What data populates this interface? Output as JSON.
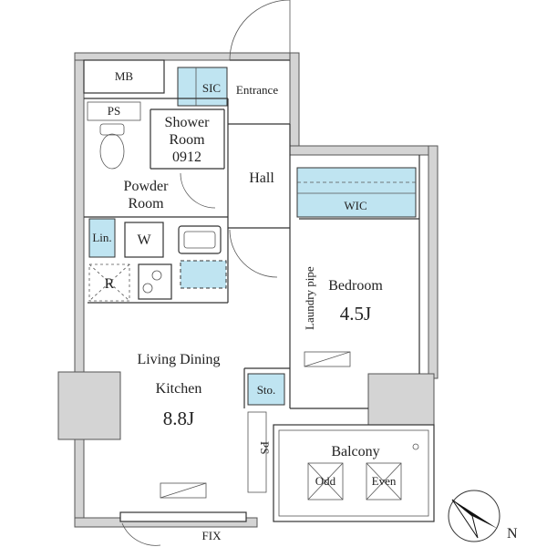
{
  "rooms": {
    "mb": "MB",
    "ps_top": "PS",
    "sic": "SIC",
    "entrance": "Entrance",
    "shower_line1": "Shower",
    "shower_line2": "Room",
    "shower_line3": "0912",
    "hall": "Hall",
    "powder_line1": "Powder",
    "powder_line2": "Room",
    "wic": "WIC",
    "lin": "Lin.",
    "washer": "W",
    "fridge": "R",
    "bedroom": "Bedroom",
    "bedroom_size": "4.5J",
    "laundry_pipe": "Laundry pipe",
    "ldk_line1": "Living Dining",
    "ldk_line2": "Kitchen",
    "ldk_size": "8.8J",
    "storage": "Sto.",
    "ps_bottom": "PS",
    "balcony": "Balcony",
    "odd": "Odd",
    "even": "Even",
    "fix": "FIX"
  },
  "compass": {
    "label": "N",
    "icon": "north-arrow-icon"
  },
  "colors": {
    "fixture_blue": "#bfe4f1",
    "wall_gray": "#d4d4d4"
  }
}
